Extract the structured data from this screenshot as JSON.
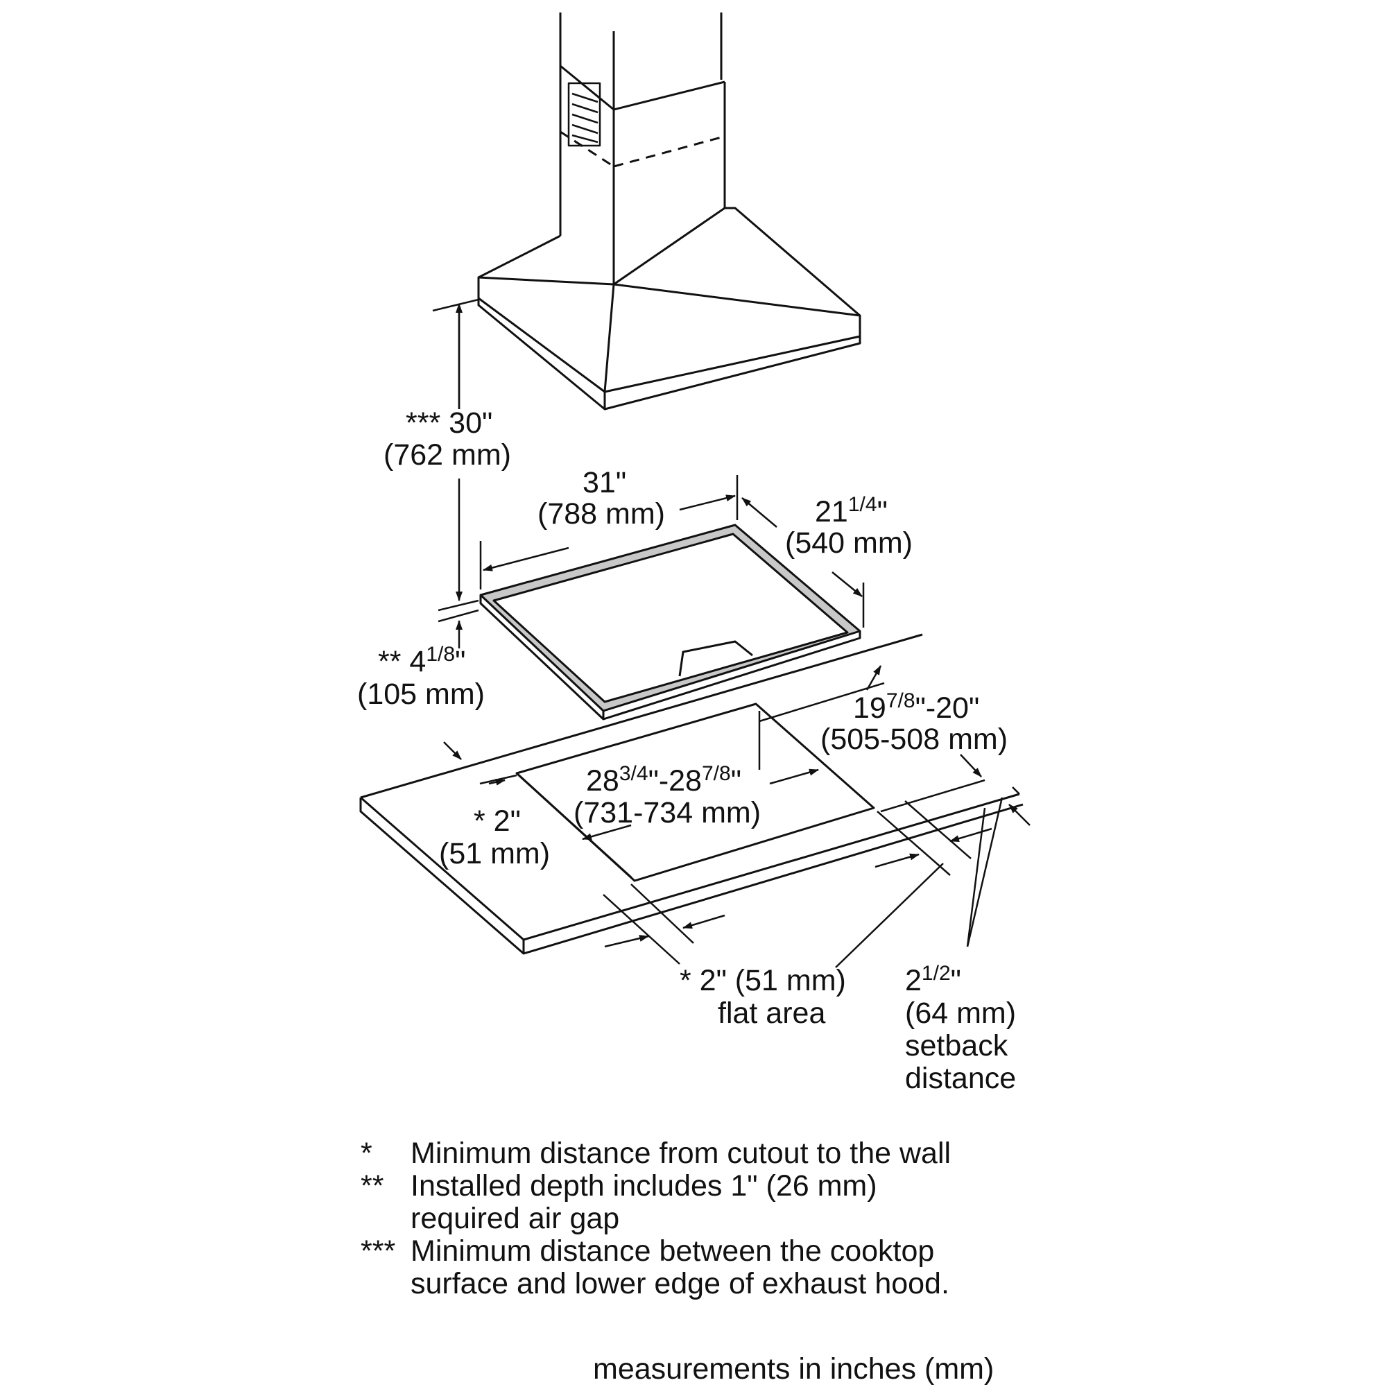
{
  "labels": {
    "hood_gap_in": "*** 30\"",
    "hood_gap_mm": "(762 mm)",
    "width_in": "31\"",
    "width_mm": "(788 mm)",
    "depth_in_whole": "21",
    "depth_in_frac": "1/4",
    "depth_in_unit": "\"",
    "depth_mm": "(540 mm)",
    "installed_depth_prefix": "** 4",
    "installed_depth_frac": "1/8",
    "installed_depth_unit": "\"",
    "installed_depth_mm": "(105 mm)",
    "cutout_depth_a": "19",
    "cutout_depth_a_frac": "7/8",
    "cutout_depth_rest": "\"-20\"",
    "cutout_depth_mm": "(505-508 mm)",
    "cutout_width_a": "28",
    "cutout_width_a_frac": "3/4",
    "cutout_width_mid": "\"-28",
    "cutout_width_b_frac": "7/8",
    "cutout_width_unit": "\"",
    "cutout_width_mm": "(731-734 mm)",
    "wall_dist_in": "* 2\"",
    "wall_dist_mm": "(51 mm)",
    "flat_area_1": "* 2\" (51 mm)",
    "flat_area_2": "flat area",
    "setback_whole": "2",
    "setback_frac": "1/2",
    "setback_unit": "\"",
    "setback_mm": "(64 mm)",
    "setback_1": "setback",
    "setback_2": "distance"
  },
  "notes": [
    {
      "mark": "*",
      "lines": [
        "Minimum distance from cutout to the wall"
      ]
    },
    {
      "mark": "**",
      "lines": [
        "Installed depth includes 1\" (26 mm)",
        "required air gap"
      ]
    },
    {
      "mark": "***",
      "lines": [
        "Minimum distance between the cooktop",
        "surface and lower edge of exhaust hood."
      ]
    }
  ],
  "footer": "measurements in inches (mm)"
}
